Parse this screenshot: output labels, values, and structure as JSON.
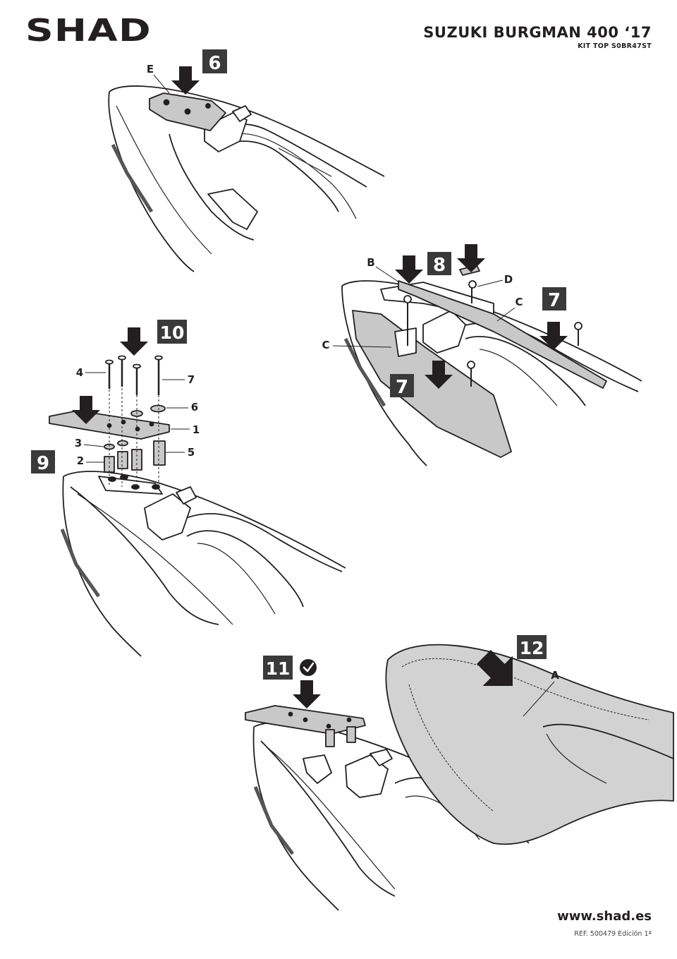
{
  "header": {
    "brand": "SHAD",
    "model": "SUZUKI BURGMAN 400 ‘17",
    "kit": "KIT TOP S0BR47ST"
  },
  "footer": {
    "website": "www.shad.es",
    "reference": "REF. 500479 Edición 1ª"
  },
  "steps": {
    "s6": "6",
    "s7a": "7",
    "s7b": "7",
    "s8": "8",
    "s9": "9",
    "s10": "10",
    "s11": "11",
    "s12": "12"
  },
  "labels": {
    "e": "E",
    "b": "B",
    "d": "D",
    "c1": "C",
    "c2": "C",
    "a": "A",
    "p1": "1",
    "p2": "2",
    "p3": "3",
    "p4": "4",
    "p5": "5",
    "p6": "6",
    "p7": "7"
  },
  "icons": {
    "check": "checkmark-icon",
    "arrow": "arrow-down-icon"
  },
  "colors": {
    "ink": "#231f20",
    "badge": "#3a3a3a",
    "part_fill": "#c8c8c8",
    "seat_fill": "#d2d2d2"
  }
}
